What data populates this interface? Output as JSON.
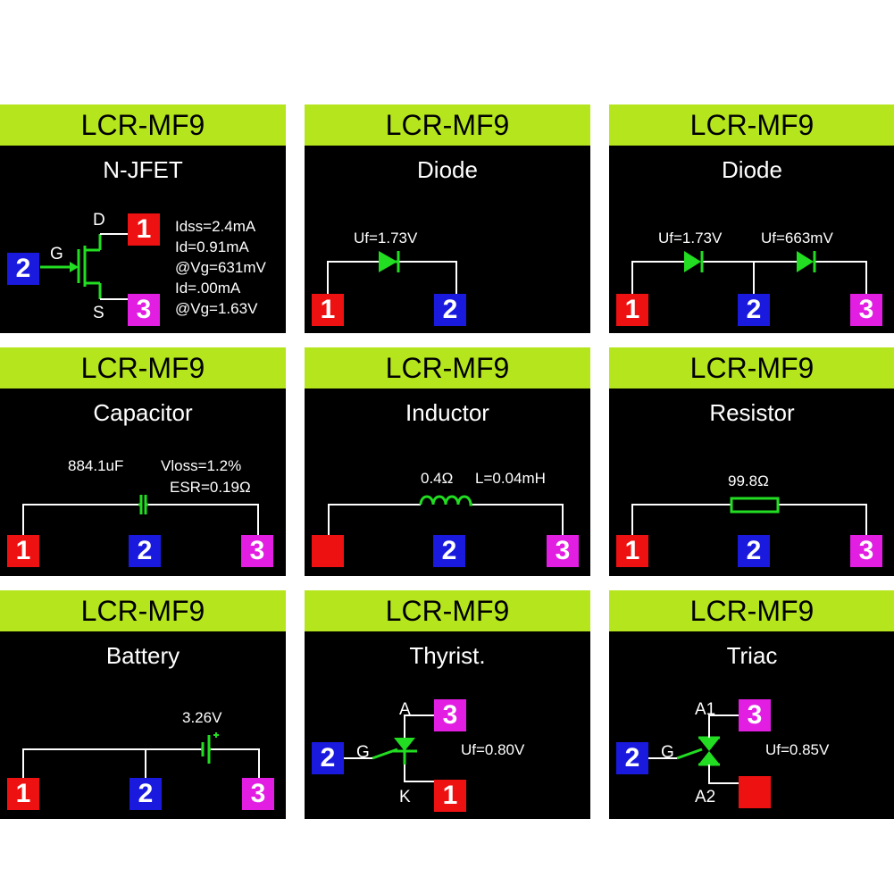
{
  "colors": {
    "header_bg": "#b5e61d",
    "screen_bg": "#000000",
    "wire": "#ffffff",
    "component": "#22dd22",
    "pin1": "#ee1111",
    "pin2": "#1a1adf",
    "pin3": "#e21ee2"
  },
  "panels": [
    {
      "header": "LCR-MF9",
      "name": "N-JFET",
      "pins": {
        "drain": "1",
        "gate": "2",
        "source": "3"
      },
      "labels": {
        "d": "D",
        "g": "G",
        "s": "S"
      },
      "values": [
        "Idss=2.4mA",
        "Id=0.91mA",
        "@Vg=631mV",
        "Id=.00mA",
        "@Vg=1.63V"
      ]
    },
    {
      "header": "LCR-MF9",
      "name": "Diode",
      "pins": {
        "left": "1",
        "right": "2"
      },
      "uf": "Uf=1.73V"
    },
    {
      "header": "LCR-MF9",
      "name": "Diode",
      "pins": {
        "left": "1",
        "mid": "2",
        "right": "3"
      },
      "uf1": "Uf=1.73V",
      "uf2": "Uf=663mV"
    },
    {
      "header": "LCR-MF9",
      "name": "Capacitor",
      "pins": {
        "left": "1",
        "mid": "2",
        "right": "3"
      },
      "capacitance": "884.1uF",
      "vloss": "Vloss=1.2%",
      "esr": "ESR=0.19Ω"
    },
    {
      "header": "LCR-MF9",
      "name": "Inductor",
      "pins": {
        "left": "",
        "mid": "2",
        "right": "3"
      },
      "resistance": "0.4Ω",
      "inductance": "L=0.04mH"
    },
    {
      "header": "LCR-MF9",
      "name": "Resistor",
      "pins": {
        "left": "1",
        "mid": "2",
        "right": "3"
      },
      "resistance": "99.8Ω"
    },
    {
      "header": "LCR-MF9",
      "name": "Battery",
      "pins": {
        "left": "1",
        "mid": "2",
        "right": "3"
      },
      "voltage": "3.26V"
    },
    {
      "header": "LCR-MF9",
      "name": "Thyrist.",
      "pins": {
        "anode": "3",
        "gate": "2",
        "cathode": "1"
      },
      "labels": {
        "a": "A",
        "g": "G",
        "k": "K"
      },
      "uf": "Uf=0.80V"
    },
    {
      "header": "LCR-MF9",
      "name": "Triac",
      "pins": {
        "a1": "3",
        "gate": "2",
        "a2": ""
      },
      "labels": {
        "a1": "A1",
        "g": "G",
        "a2": "A2"
      },
      "uf": "Uf=0.85V"
    }
  ]
}
